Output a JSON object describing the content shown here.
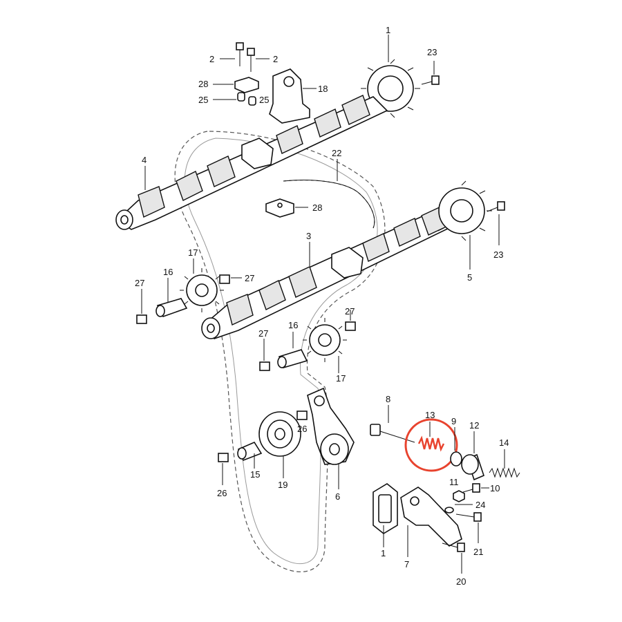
{
  "labels": {
    "n1": "1",
    "n1b": "1",
    "n2a": "2",
    "n2b": "2",
    "n3": "3",
    "n4": "4",
    "n5": "5",
    "n6": "6",
    "n7": "7",
    "n8": "8",
    "n9": "9",
    "n10": "10",
    "n11": "11",
    "n12": "12",
    "n13": "13",
    "n14": "14",
    "n15": "15",
    "n16a": "16",
    "n16b": "16",
    "n17a": "17",
    "n17b": "17",
    "n18": "18",
    "n19": "19",
    "n20": "20",
    "n21": "21",
    "n22": "22",
    "n23a": "23",
    "n23b": "23",
    "n24": "24",
    "n25a": "25",
    "n25b": "25",
    "n26a": "26",
    "n26b": "26",
    "n27a": "27",
    "n27b": "27",
    "n27c": "27",
    "n27d": "27",
    "n28a": "28",
    "n28b": "28"
  },
  "highlight": {
    "part": "13",
    "color": "#e8432e"
  },
  "colors": {
    "line": "#111111",
    "spring": "#e8432e",
    "background": "#ffffff"
  }
}
